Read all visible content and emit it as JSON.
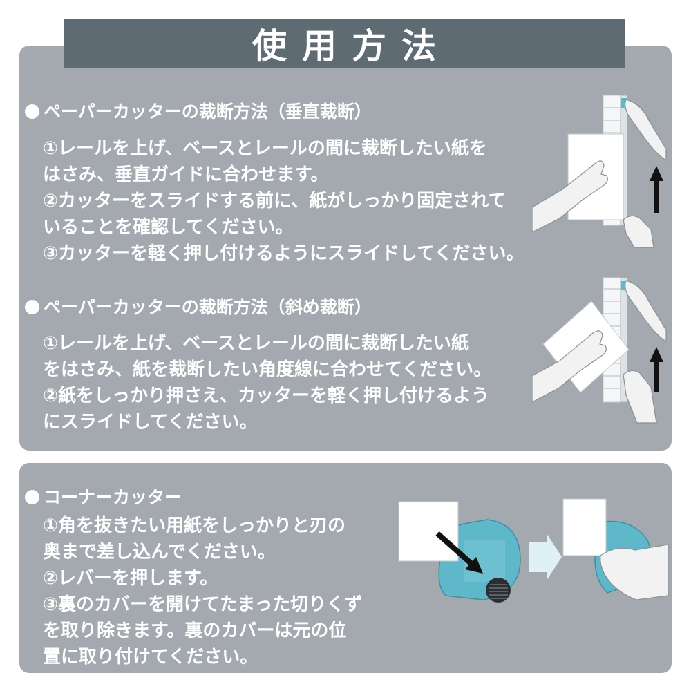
{
  "title": "使用方法",
  "sections": {
    "vertical": {
      "heading": "ペーパーカッターの裁断方法（垂直裁断）",
      "lines": [
        "①レールを上げ、ベースとレールの間に裁断したい紙を",
        "はさみ、垂直ガイドに合わせます。",
        "②カッターをスライドする前に、紙がしっかり固定されて",
        "いることを確認してください。",
        "③カッターを軽く押し付けるようにスライドしてください。"
      ]
    },
    "diagonal": {
      "heading": "ペーパーカッターの裁断方法（斜め裁断）",
      "lines": [
        "①レールを上げ、ベースとレールの間に裁断したい紙",
        "をはさみ、紙を裁断したい角度線に合わせてください。",
        "②紙をしっかり押さえ、カッターを軽く押し付けるよう",
        "にスライドしてください。"
      ]
    },
    "corner": {
      "heading": "コーナーカッター",
      "lines": [
        "①角を抜きたい用紙をしっかりと刃の",
        "奥まで差し込んでください。",
        "②レバーを押します。",
        "③裏のカバーを開けてたまった切りくず",
        "を取り除きます。裏のカバーは元の位",
        "置に取り付けてください。"
      ]
    }
  },
  "colors": {
    "panel": "#a3a9ae",
    "title_bar": "#5f6b73",
    "accent_teal": "#5fb8c9",
    "text": "#ffffff"
  }
}
